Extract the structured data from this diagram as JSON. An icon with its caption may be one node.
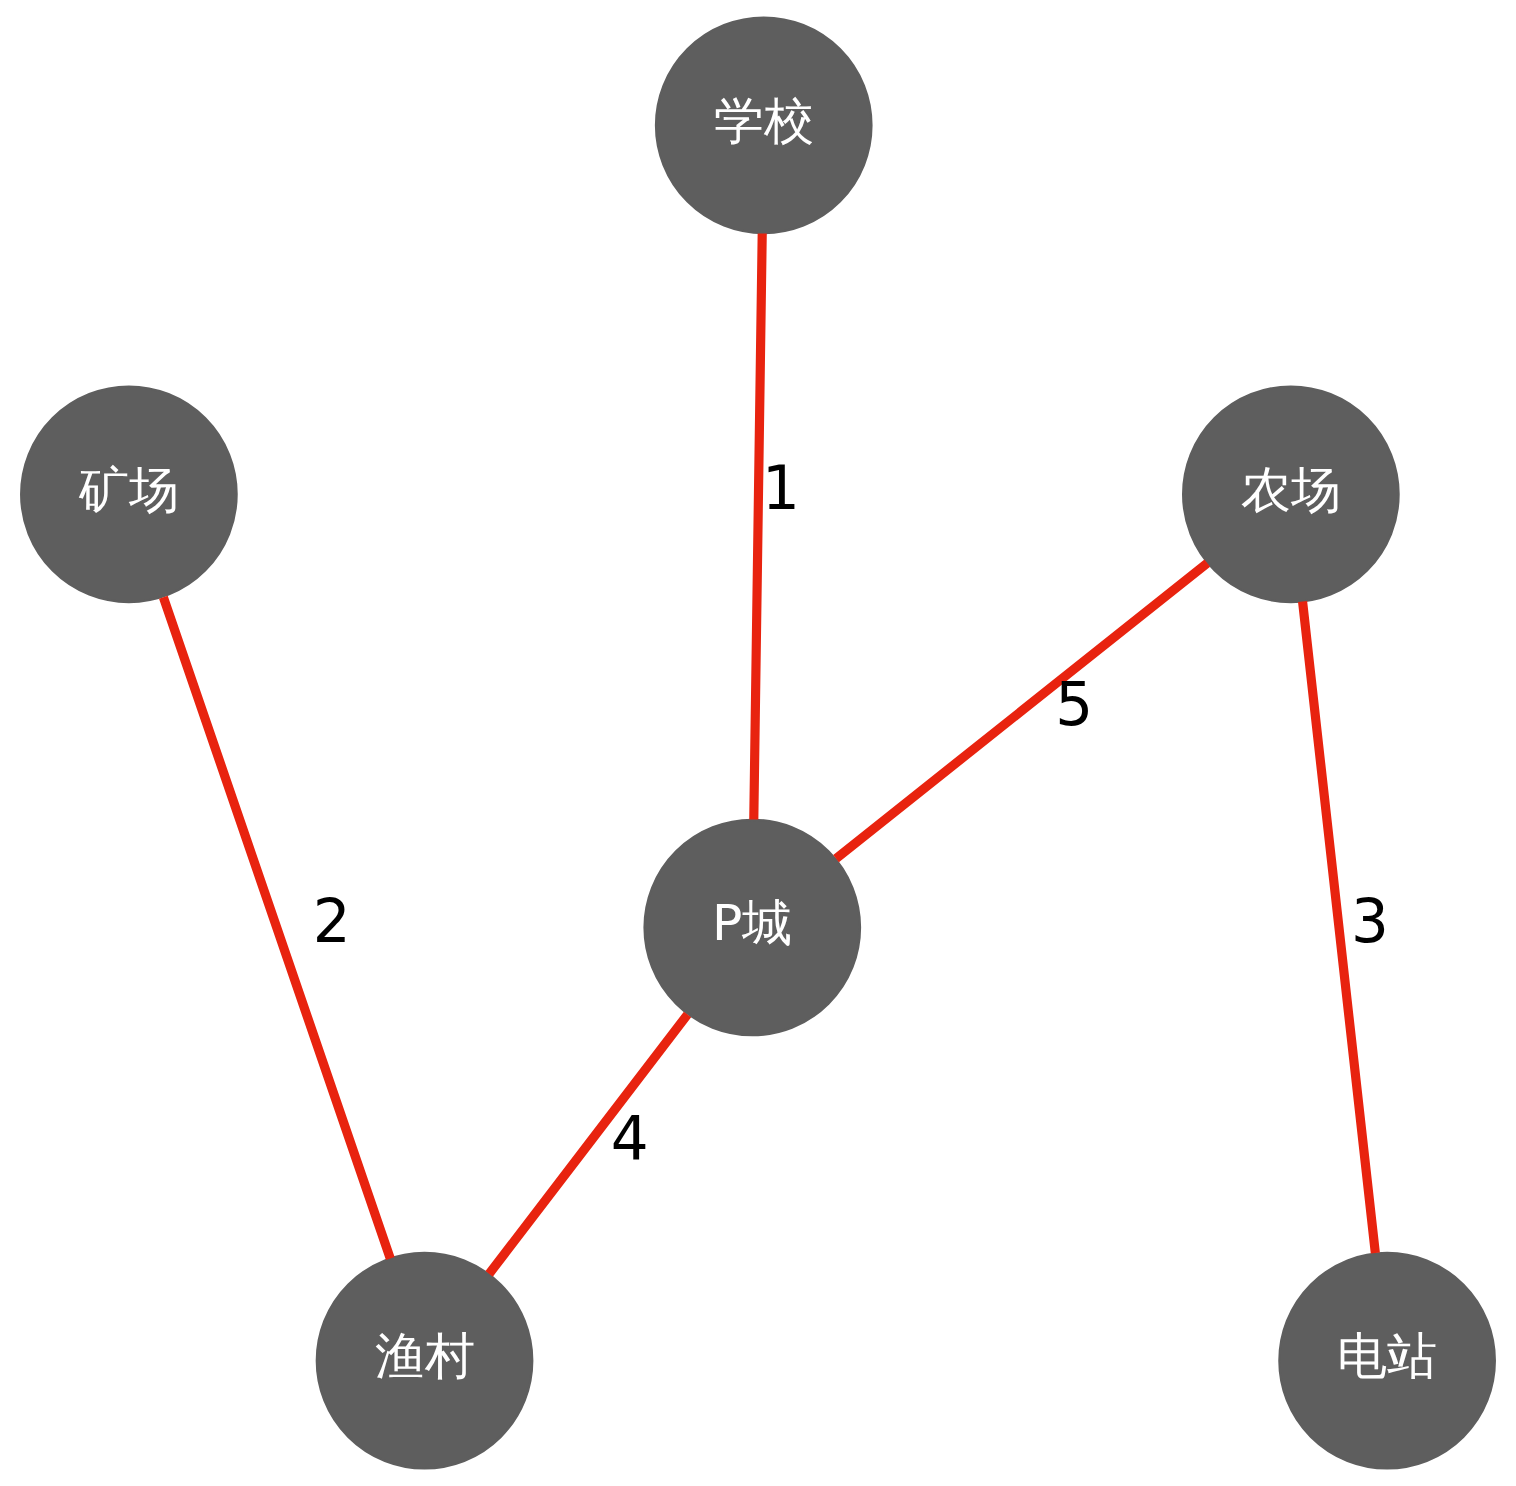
{
  "diagram": {
    "nodes": [
      {
        "text": [
          "学校"
        ]
      },
      {
        "text": [
          "农场"
        ]
      },
      {
        "text": [
          "矿场"
        ]
      },
      {
        "text": [
          "P城"
        ]
      },
      {
        "text": [
          "电站"
        ]
      },
      {
        "text": [
          "渔村"
        ]
      }
    ],
    "edges": [
      {
        "from": 0,
        "to": 3,
        "arrow": "none",
        "label": "1"
      },
      {
        "from": 1,
        "to": 3,
        "arrow": "none",
        "label": "5"
      },
      {
        "from": 1,
        "to": 4,
        "arrow": "none",
        "label": "3"
      },
      {
        "from": 3,
        "to": 5,
        "arrow": "none",
        "label": "4"
      },
      {
        "from": 2,
        "to": 5,
        "arrow": "none",
        "label": "2"
      }
    ]
  }
}
